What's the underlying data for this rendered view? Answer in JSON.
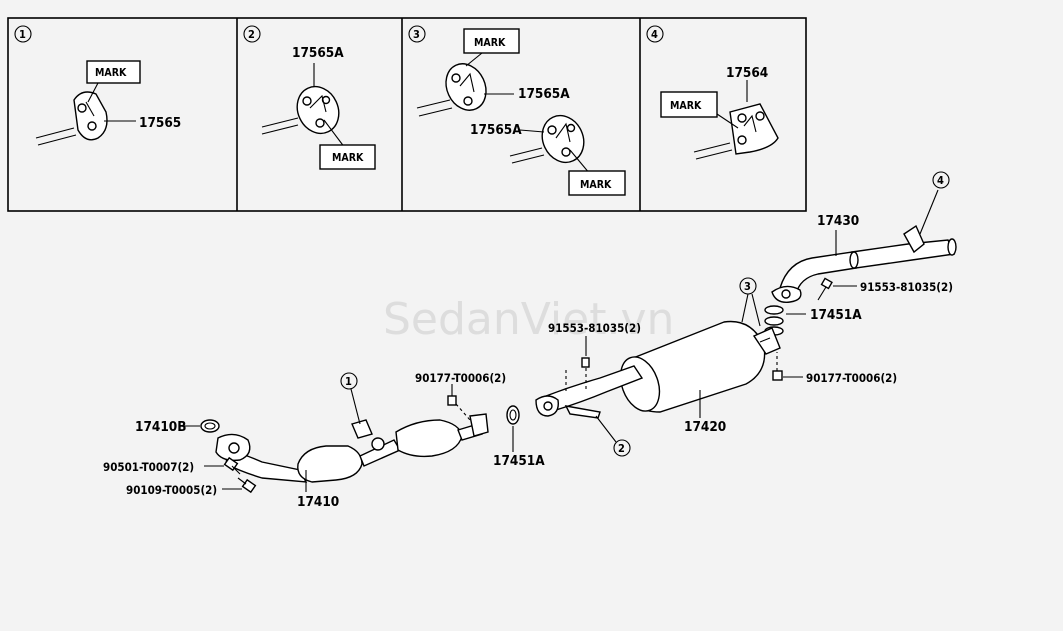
{
  "watermark": "SedanViet.vn",
  "detail_panels": [
    {
      "ref": "1",
      "marks": [
        "MARK"
      ],
      "parts": [
        "17565"
      ]
    },
    {
      "ref": "2",
      "marks": [
        "MARK"
      ],
      "parts": [
        "17565A"
      ]
    },
    {
      "ref": "3",
      "marks": [
        "MARK",
        "MARK"
      ],
      "parts": [
        "17565A",
        "17565A"
      ]
    },
    {
      "ref": "4",
      "marks": [
        "MARK"
      ],
      "parts": [
        "17564"
      ]
    }
  ],
  "main": {
    "callouts": [
      "1",
      "2",
      "3",
      "4"
    ],
    "labels": {
      "p17430": "17430",
      "p91553_a": "91553-81035(2)",
      "p17451A_a": "17451A",
      "p91553_b": "91553-81035(2)",
      "p90177_a": "90177-T0006(2)",
      "p90177_b": "90177-T0006(2)",
      "p17420": "17420",
      "p17451A_b": "17451A",
      "p17410B": "17410B",
      "p90501": "90501-T0007(2)",
      "p90109": "90109-T0005(2)",
      "p17410": "17410"
    }
  }
}
